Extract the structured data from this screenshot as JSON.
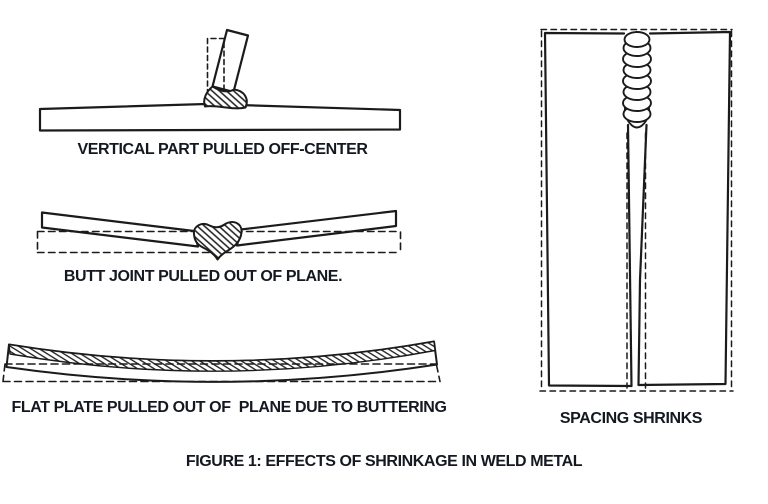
{
  "figure": {
    "title": "FIGURE 1: EFFECTS OF SHRINKAGE IN WELD METAL"
  },
  "diagrams": [
    {
      "id": "tee-joint",
      "caption": "VERTICAL PART PULLED OFF-CENTER"
    },
    {
      "id": "butt-joint",
      "caption": "BUTT JOINT PULLED OUT OF PLANE."
    },
    {
      "id": "buttered-plate",
      "caption": "FLAT PLATE PULLED OUT OF  PLANE DUE TO BUTTERING"
    },
    {
      "id": "spacing",
      "caption": "SPACING SHRINKS"
    }
  ],
  "colors": {
    "ink": "#1b1b1b",
    "caption_text": "#141821",
    "background": "#ffffff"
  }
}
